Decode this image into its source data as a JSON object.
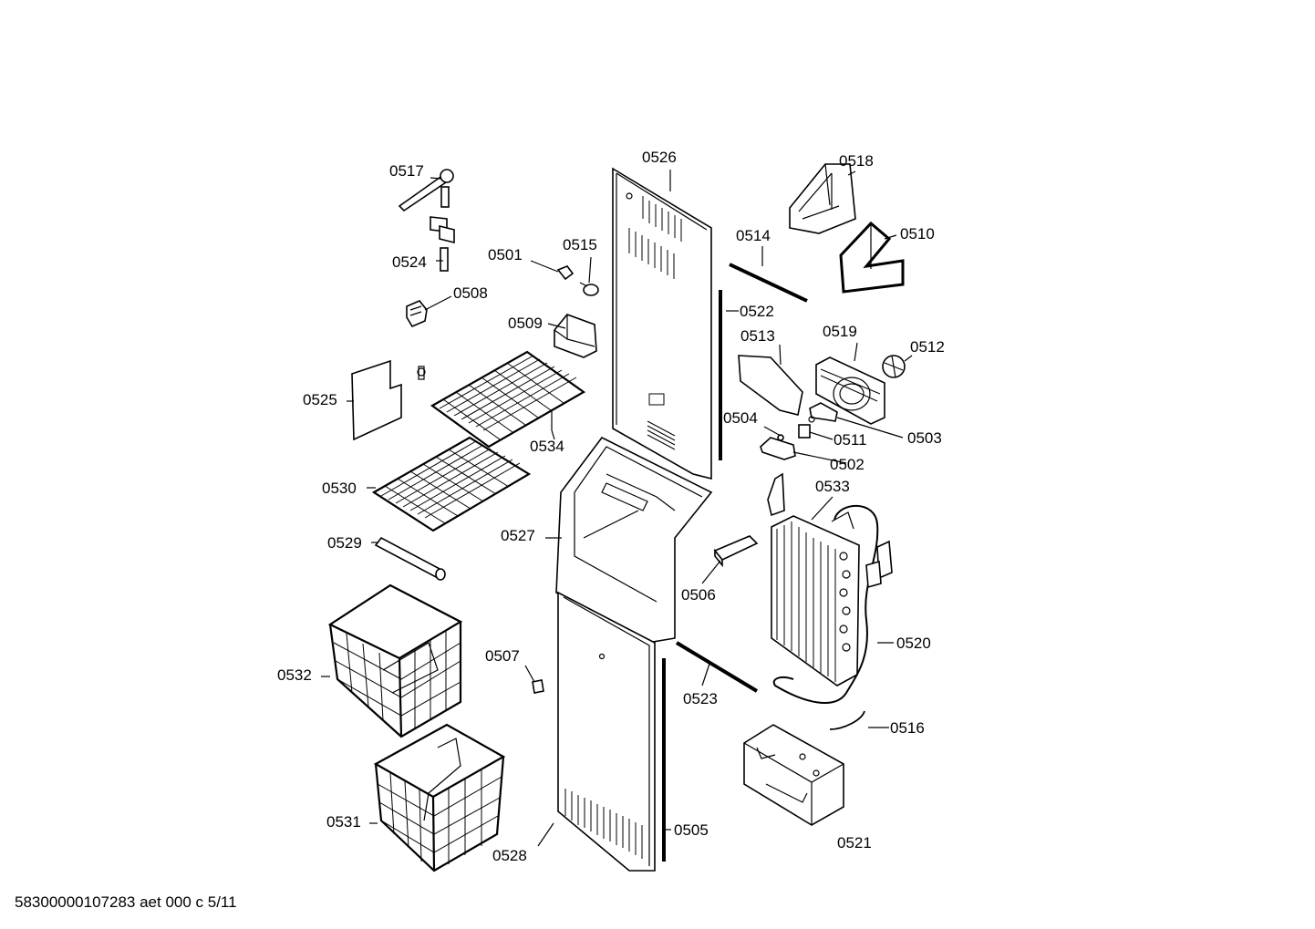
{
  "footer": {
    "text": "58300000107283 aet 000 c 5/11"
  },
  "parts": [
    {
      "id": "p0501",
      "label": "0501"
    },
    {
      "id": "p0502",
      "label": "0502"
    },
    {
      "id": "p0503",
      "label": "0503"
    },
    {
      "id": "p0504",
      "label": "0504"
    },
    {
      "id": "p0505",
      "label": "0505"
    },
    {
      "id": "p0506",
      "label": "0506"
    },
    {
      "id": "p0507",
      "label": "0507"
    },
    {
      "id": "p0508",
      "label": "0508"
    },
    {
      "id": "p0509",
      "label": "0509"
    },
    {
      "id": "p0510",
      "label": "0510"
    },
    {
      "id": "p0511",
      "label": "0511"
    },
    {
      "id": "p0512",
      "label": "0512"
    },
    {
      "id": "p0513",
      "label": "0513"
    },
    {
      "id": "p0514",
      "label": "0514"
    },
    {
      "id": "p0515",
      "label": "0515"
    },
    {
      "id": "p0516",
      "label": "0516"
    },
    {
      "id": "p0517",
      "label": "0517"
    },
    {
      "id": "p0518",
      "label": "0518"
    },
    {
      "id": "p0519",
      "label": "0519"
    },
    {
      "id": "p0520",
      "label": "0520"
    },
    {
      "id": "p0521",
      "label": "0521"
    },
    {
      "id": "p0522",
      "label": "0522"
    },
    {
      "id": "p0523",
      "label": "0523"
    },
    {
      "id": "p0524",
      "label": "0524"
    },
    {
      "id": "p0525",
      "label": "0525"
    },
    {
      "id": "p0526",
      "label": "0526"
    },
    {
      "id": "p0527",
      "label": "0527"
    },
    {
      "id": "p0528",
      "label": "0528"
    },
    {
      "id": "p0529",
      "label": "0529"
    },
    {
      "id": "p0530",
      "label": "0530"
    },
    {
      "id": "p0531",
      "label": "0531"
    },
    {
      "id": "p0532",
      "label": "0532"
    },
    {
      "id": "p0533",
      "label": "0533"
    },
    {
      "id": "p0534",
      "label": "0534"
    }
  ]
}
